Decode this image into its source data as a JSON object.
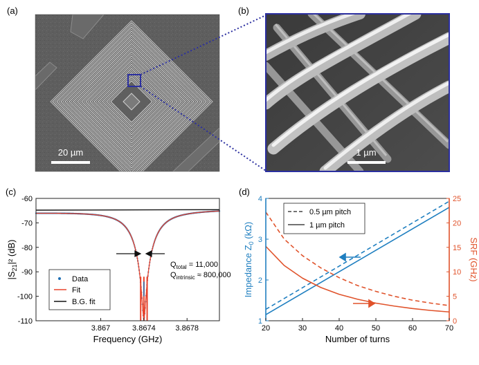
{
  "panels": {
    "a": {
      "label": "(a)",
      "scalebar_text": "20 µm"
    },
    "b": {
      "label": "(b)",
      "scalebar_text": "1 µm"
    },
    "c": {
      "label": "(c)",
      "annotations": {
        "q_total": "Q",
        "q_total_sub": "total",
        "q_total_val": " = 11,000",
        "q_intr": "Q",
        "q_intr_sub": "intrinsic",
        "q_intr_val": " ≈ 800,000"
      }
    },
    "d": {
      "label": "(d)"
    }
  },
  "chart_data": [
    {
      "panel": "c",
      "type": "line",
      "xlabel": "Frequency (GHz)",
      "ylabel_prefix": "|S",
      "ylabel_sub": "21",
      "ylabel_suffix": "|² (dB)",
      "xlim": [
        3.8664,
        3.8681
      ],
      "ylim": [
        -110,
        -60
      ],
      "xticks": [
        3.867,
        3.8674,
        3.8678
      ],
      "xtick_labels": [
        "3.867",
        "3.8674",
        "3.8678"
      ],
      "yticks": [
        -110,
        -100,
        -90,
        -80,
        -70,
        -60
      ],
      "ytick_labels": [
        "-110",
        "-100",
        "-90",
        "-80",
        "-70",
        "-60"
      ],
      "legend_position": "lower-left",
      "resonance": {
        "f0": 3.8674,
        "linewidth_ghz": 0.00036,
        "baseline_left_db": -65.8,
        "baseline_right_db": -64.6,
        "min_db": -109
      },
      "series": [
        {
          "name": "Data",
          "style": "dots",
          "color": "#1f6fb4"
        },
        {
          "name": "Fit",
          "style": "line",
          "color": "#e8432c"
        },
        {
          "name": "B.G. fit",
          "style": "line",
          "color": "#111111",
          "values": [
            {
              "x": 3.8664,
              "y": -64.8
            },
            {
              "x": 3.8681,
              "y": -64.6
            }
          ]
        }
      ]
    },
    {
      "panel": "d",
      "type": "line",
      "xlabel": "Number of turns",
      "ylabel_left_prefix": "Impedance Z",
      "ylabel_left_sub": "0",
      "ylabel_left_suffix": " (kΩ)",
      "ylabel_right": "SRF (GHz)",
      "xlim": [
        20,
        70
      ],
      "ylim_left": [
        1,
        4
      ],
      "ylim_right": [
        0,
        25
      ],
      "xticks": [
        20,
        30,
        40,
        50,
        60,
        70
      ],
      "xtick_labels": [
        "20",
        "30",
        "40",
        "50",
        "60",
        "70"
      ],
      "yticks_left": [
        1,
        2,
        3,
        4
      ],
      "ytick_labels_left": [
        "1",
        "2",
        "3",
        "4"
      ],
      "yticks_right": [
        0,
        5,
        10,
        15,
        20,
        25
      ],
      "ytick_labels_right": [
        "0",
        "5",
        "10",
        "15",
        "20",
        "25"
      ],
      "left_axis_color": "#1f7fc0",
      "right_axis_color": "#e0522a",
      "legend_position": "top-left",
      "legend": [
        {
          "name": "0.5 µm pitch",
          "dash": true
        },
        {
          "name": "1 µm pitch",
          "dash": false
        }
      ],
      "series": [
        {
          "name": "Impedance, 0.5 µm pitch",
          "axis": "left",
          "color": "#1f7fc0",
          "dash": true,
          "values": [
            {
              "x": 20,
              "y": 1.28
            },
            {
              "x": 70,
              "y": 3.93
            }
          ]
        },
        {
          "name": "Impedance, 1 µm pitch",
          "axis": "left",
          "color": "#1f7fc0",
          "dash": false,
          "values": [
            {
              "x": 20,
              "y": 1.15
            },
            {
              "x": 70,
              "y": 3.78
            }
          ]
        },
        {
          "name": "SRF, 0.5 µm pitch",
          "axis": "right",
          "color": "#e0522a",
          "dash": true,
          "values": [
            {
              "x": 20,
              "y": 22.2
            },
            {
              "x": 25,
              "y": 16.7
            },
            {
              "x": 30,
              "y": 13.3
            },
            {
              "x": 35,
              "y": 10.8
            },
            {
              "x": 40,
              "y": 8.8
            },
            {
              "x": 45,
              "y": 7.2
            },
            {
              "x": 50,
              "y": 6.0
            },
            {
              "x": 55,
              "y": 5.0
            },
            {
              "x": 60,
              "y": 4.2
            },
            {
              "x": 65,
              "y": 3.6
            },
            {
              "x": 70,
              "y": 3.1
            }
          ]
        },
        {
          "name": "SRF, 1 µm pitch",
          "axis": "right",
          "color": "#e0522a",
          "dash": false,
          "values": [
            {
              "x": 20,
              "y": 15.2
            },
            {
              "x": 25,
              "y": 11.3
            },
            {
              "x": 30,
              "y": 8.7
            },
            {
              "x": 35,
              "y": 6.8
            },
            {
              "x": 40,
              "y": 5.4
            },
            {
              "x": 45,
              "y": 4.4
            },
            {
              "x": 50,
              "y": 3.6
            },
            {
              "x": 55,
              "y": 3.0
            },
            {
              "x": 60,
              "y": 2.5
            },
            {
              "x": 65,
              "y": 2.1
            },
            {
              "x": 70,
              "y": 1.8
            }
          ]
        }
      ]
    }
  ]
}
